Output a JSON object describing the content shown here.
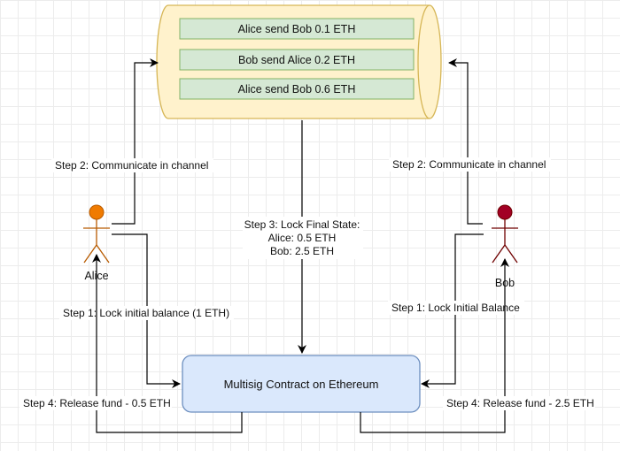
{
  "channel": {
    "messages": [
      "Alice send Bob 0.1 ETH",
      "Bob send Alice 0.2 ETH",
      "Alice send Bob 0.6 ETH"
    ]
  },
  "actors": {
    "alice": {
      "name": "Alice",
      "color": "#f07b00"
    },
    "bob": {
      "name": "Bob",
      "color": "#a20025"
    }
  },
  "contract": {
    "label": "Multisig Contract on Ethereum"
  },
  "steps": {
    "alice_communicate": "Step 2: Communicate in channel",
    "bob_communicate": "Step 2: Communicate in channel",
    "lock_final_title": "Step 3: Lock Final State:",
    "lock_final_alice": "Alice: 0.5 ETH",
    "lock_final_bob": "Bob: 2.5 ETH",
    "alice_lock": "Step 1: Lock initial balance (1 ETH)",
    "bob_lock": "Step 1: Lock Initial Balance",
    "alice_release": "Step 4: Release fund - 0.5 ETH",
    "bob_release": "Step 4: Release fund - 2.5 ETH"
  },
  "colors": {
    "cylinder_fill": "#fff2cc",
    "cylinder_stroke": "#d6b656",
    "message_fill": "#d5e8d4",
    "message_stroke": "#82b366",
    "contract_fill": "#dae8fc",
    "contract_stroke": "#6c8ebf"
  }
}
